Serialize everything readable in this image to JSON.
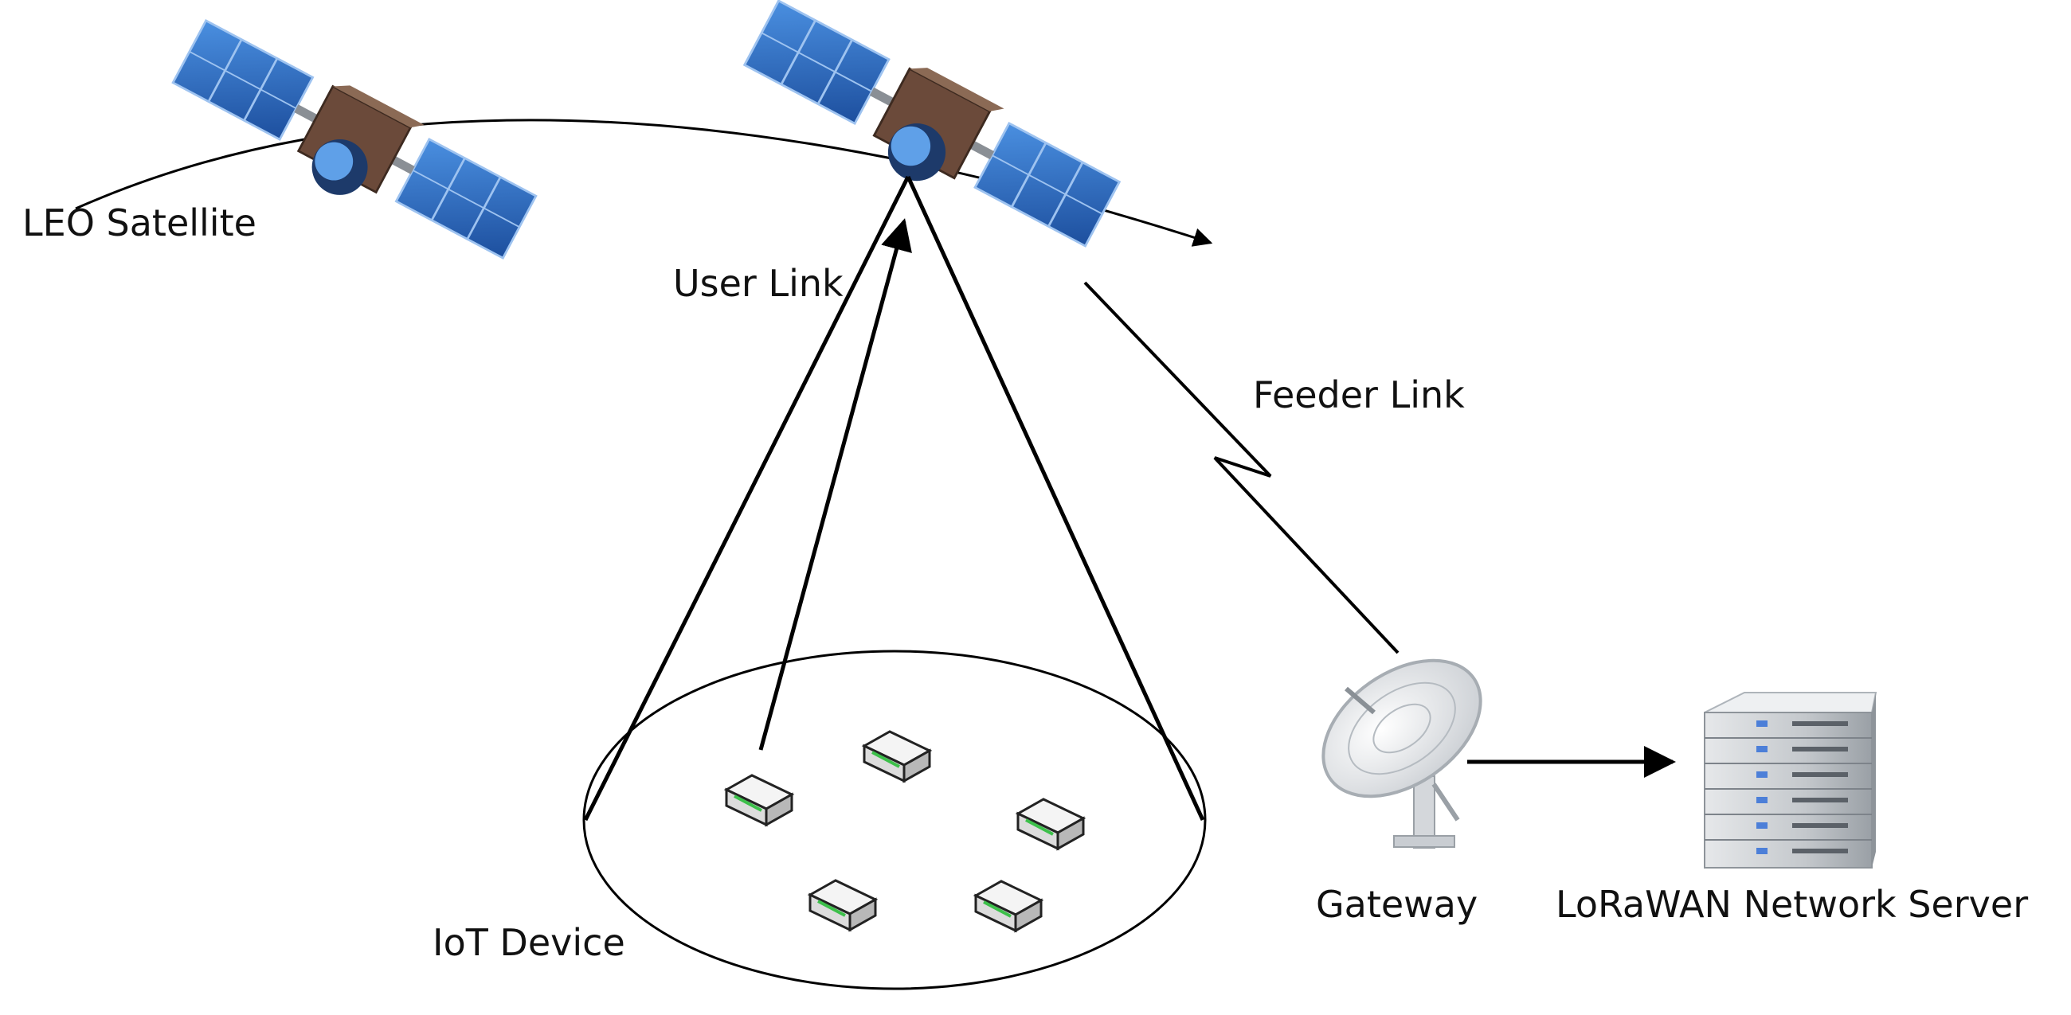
{
  "labels": {
    "leo_satellite": "LEO Satellite",
    "user_link": "User Link",
    "feeder_link": "Feeder Link",
    "gateway": "Gateway",
    "network_server": "LoRaWAN Network Server",
    "iot_device": "IoT Device"
  },
  "icons": {
    "satellite": "satellite-icon",
    "gateway": "satellite-dish-icon",
    "server": "server-rack-icon",
    "device": "iot-device-icon"
  },
  "colors": {
    "line": "#000000",
    "solar_panel": "#2f6fc4",
    "satellite_body": "#6b4a3a",
    "device_led": "#3cc04a"
  }
}
